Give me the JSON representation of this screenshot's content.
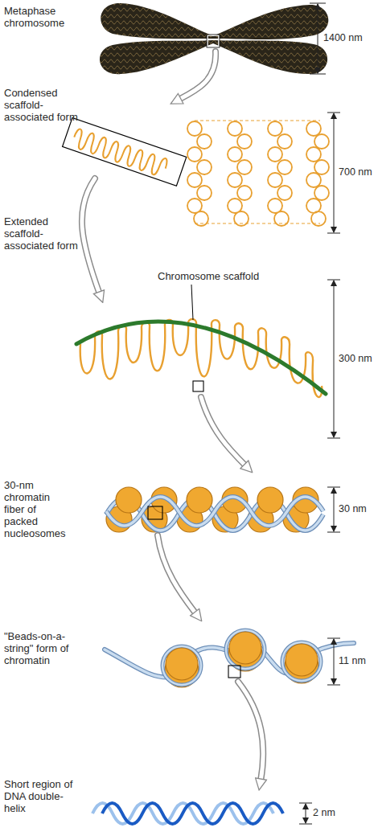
{
  "diagram": {
    "labels": [
      "Metaphase chromosome",
      "1400 nm",
      "Condensed scaffold-associated form",
      "700 nm",
      "Extended scaffold-associated form",
      "Chromosome scaffold",
      "300 nm",
      "30-nm chromatin fiber of packed nucleosomes",
      "30 nm",
      "\"Beads-on-a-string\" form of chromatin",
      "11 nm",
      "Short region of DNA double-helix",
      "2 nm"
    ]
  }
}
